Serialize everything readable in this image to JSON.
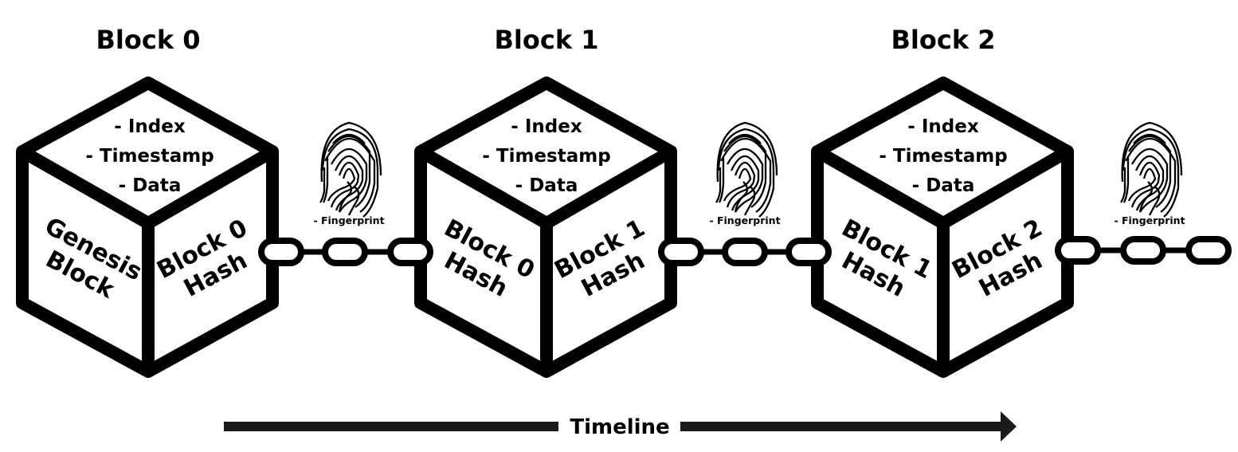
{
  "blocks": [
    {
      "title": "Block 0",
      "fields": [
        "- Index",
        "- Timestamp",
        "- Data"
      ],
      "left_face": [
        "Genesis",
        "Block"
      ],
      "right_face": [
        "Block 0",
        "Hash"
      ]
    },
    {
      "title": "Block 1",
      "fields": [
        "- Index",
        "- Timestamp",
        "- Data"
      ],
      "left_face": [
        "Block 0",
        "Hash"
      ],
      "right_face": [
        "Block 1",
        "Hash"
      ]
    },
    {
      "title": "Block 2",
      "fields": [
        "- Index",
        "- Timestamp",
        "- Data"
      ],
      "left_face": [
        "Block 1",
        "Hash"
      ],
      "right_face": [
        "Block 2",
        "Hash"
      ]
    }
  ],
  "fingerprints": [
    {
      "label": "- Fingerprint"
    },
    {
      "label": "- Fingerprint"
    },
    {
      "label": "- Fingerprint"
    }
  ],
  "timeline": {
    "label": "Timeline"
  },
  "colors": {
    "ink": "#000000",
    "timeline_bar": "#1a1a1a",
    "background": "#ffffff"
  },
  "icons": [
    "fingerprint-icon",
    "chain-link-icon",
    "arrow-right-icon"
  ]
}
